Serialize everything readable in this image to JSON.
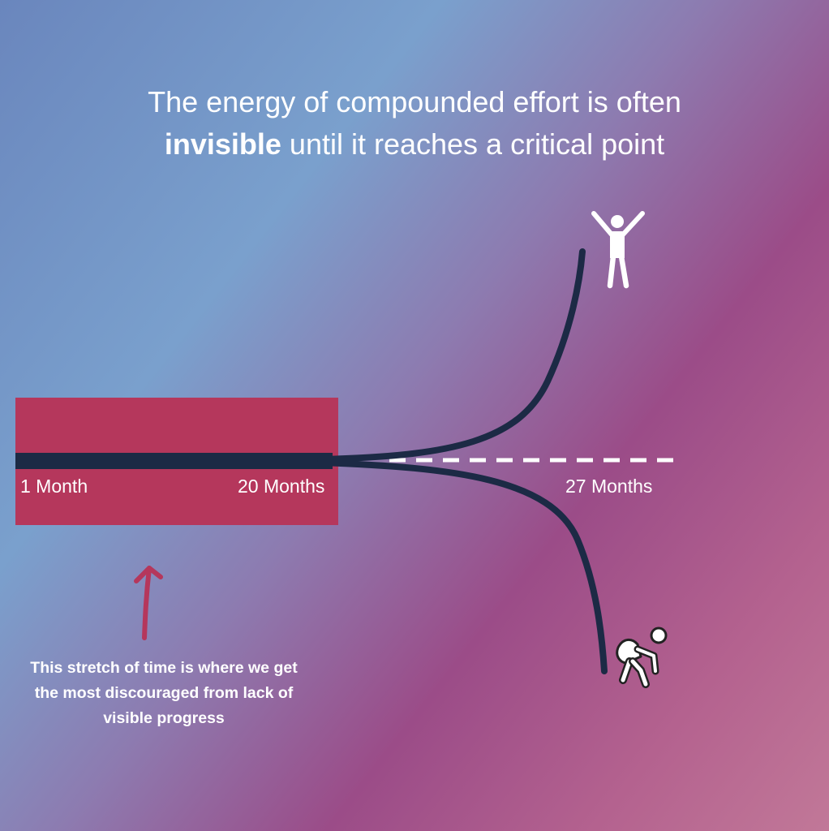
{
  "headline": {
    "line1": "The energy of compounded effort is often",
    "line2_bold": "invisible",
    "line2_rest": " until it reaches a critical point"
  },
  "timeline": {
    "start_label": "1 Month",
    "plateau_end_label": "20 Months",
    "critical_point_label": "27 Months"
  },
  "caption": {
    "text": "This stretch of time is where we get the most discouraged from lack of visible progress"
  },
  "icons": {
    "success_figure": "person-celebrating-icon",
    "defeated_figure": "person-exhausted-icon",
    "pointer": "arrow-up-icon"
  },
  "colors": {
    "plateau_box": "#b5375c",
    "curve": "#1c2a45",
    "text": "#ffffff",
    "arrow": "#b5375c"
  }
}
